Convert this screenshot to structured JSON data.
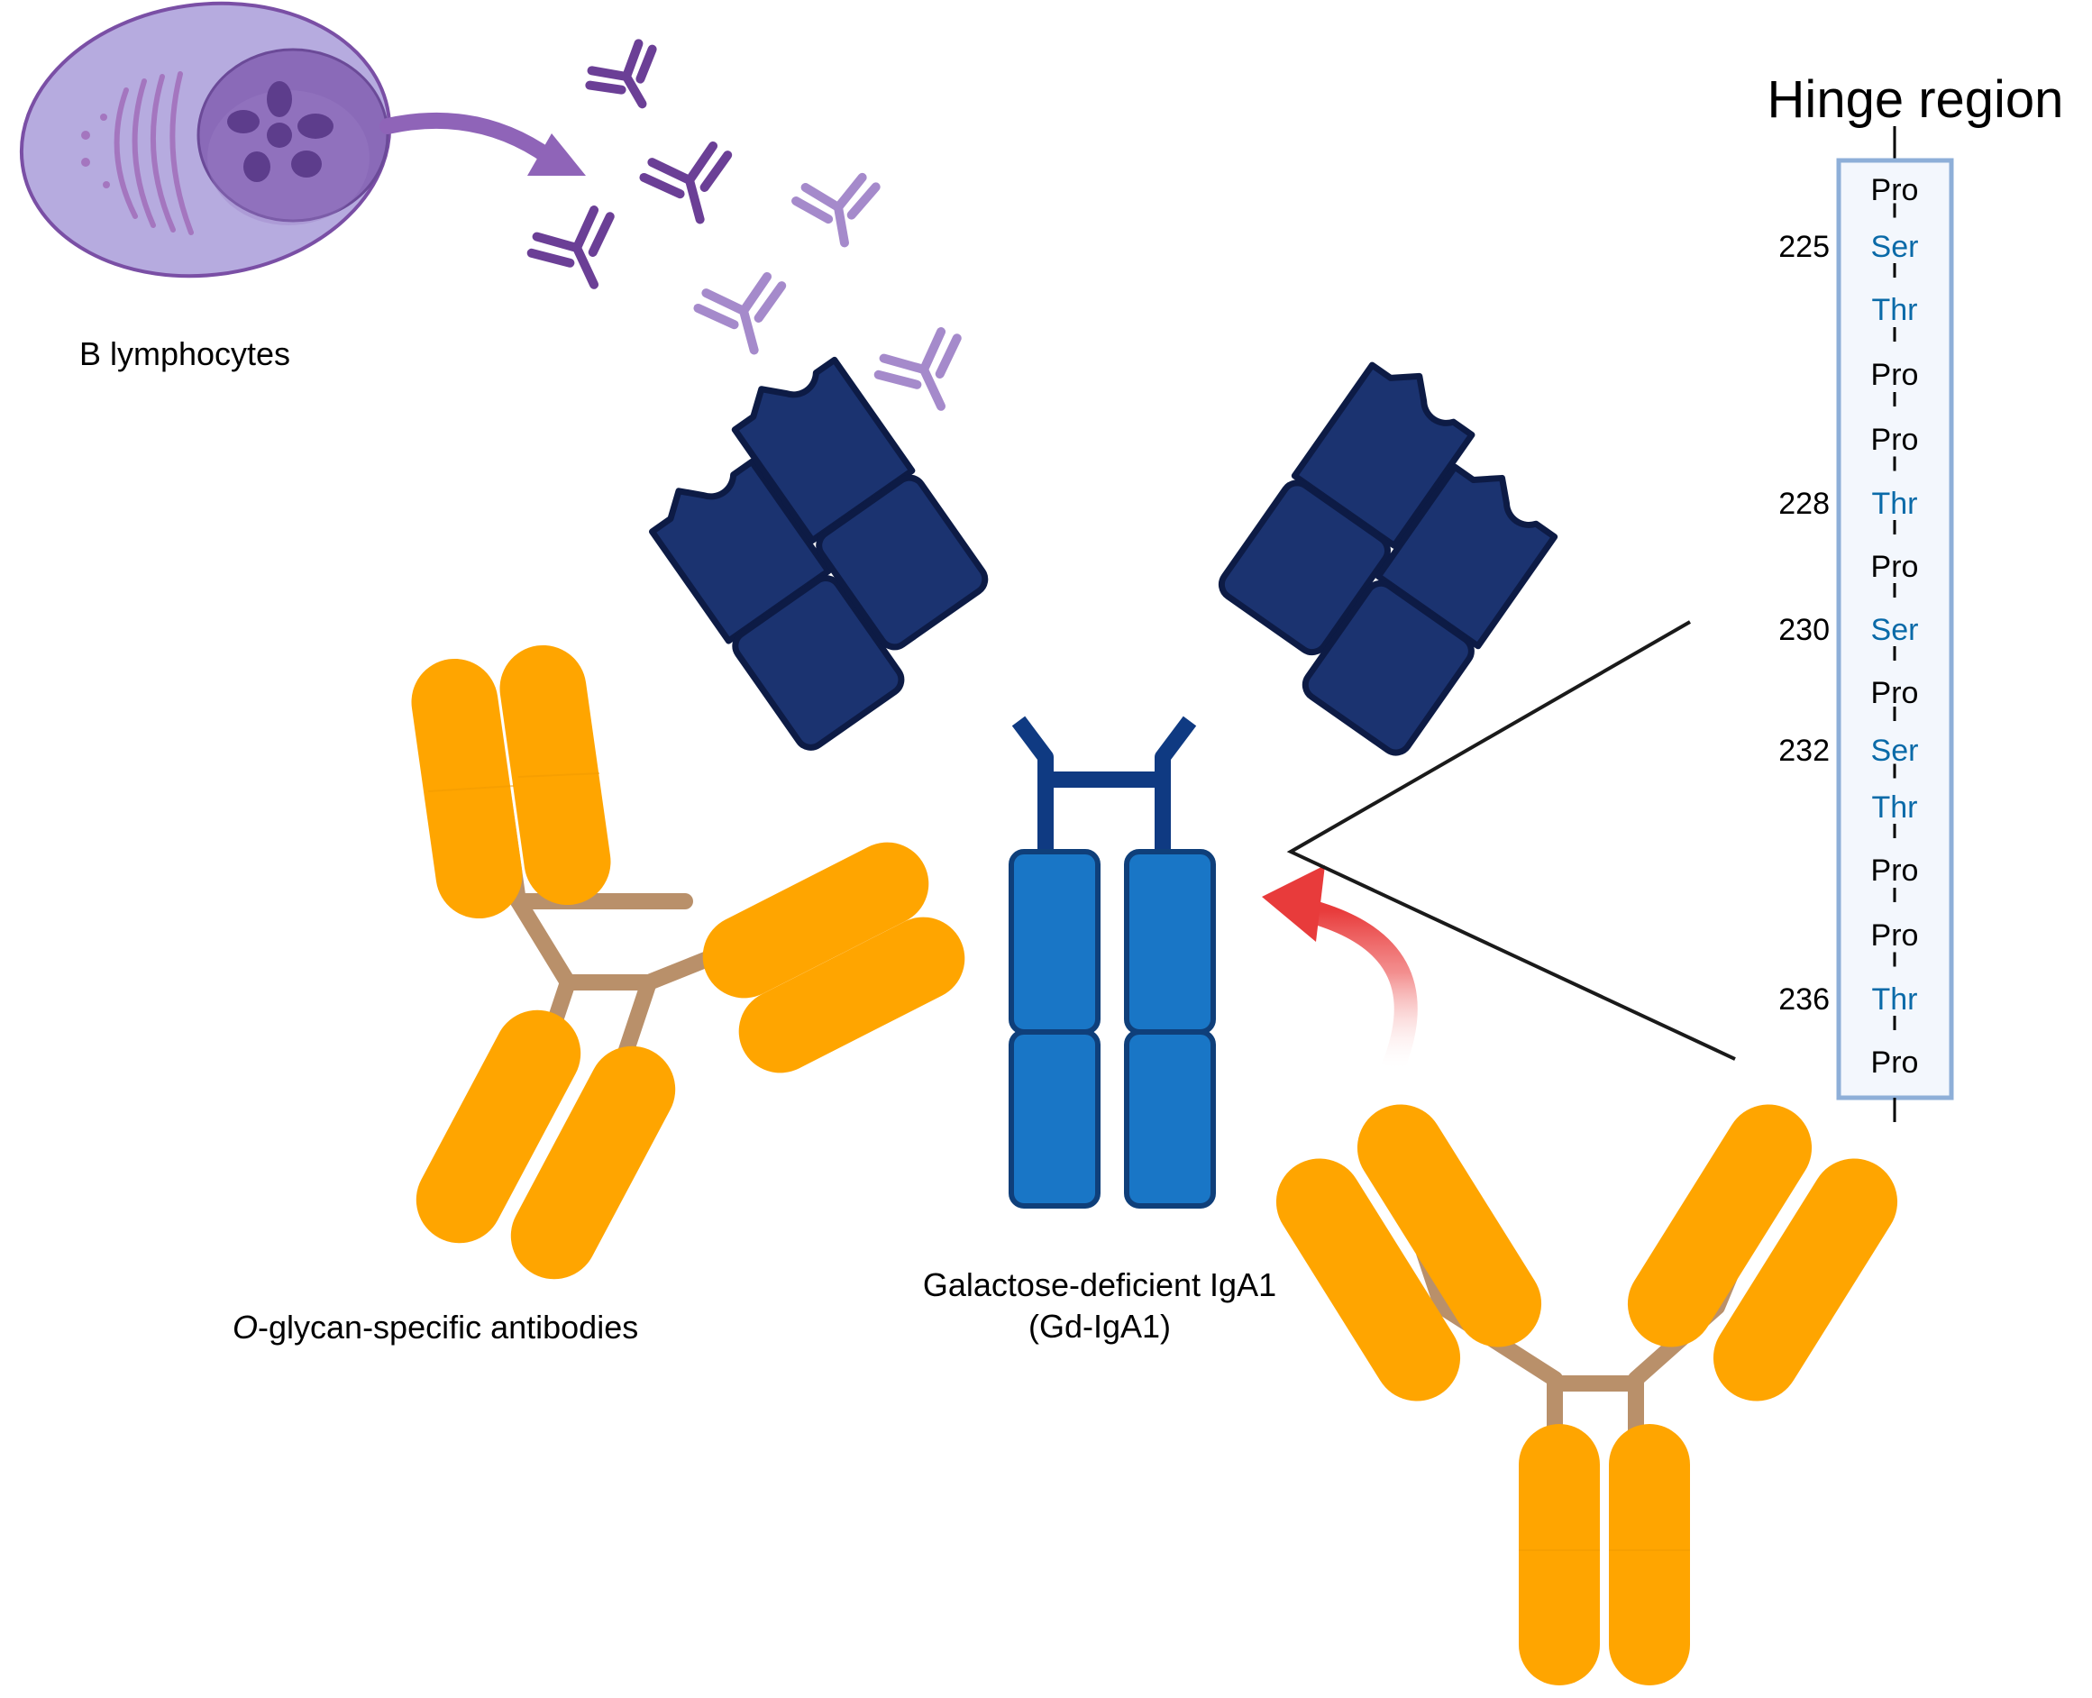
{
  "labels": {
    "b_lymphocytes": "B lymphocytes",
    "o_glycan_italic": "O",
    "o_glycan_rest": "-glycan-specific antibodies",
    "gd_iga1_line1": "Galactose-deficient IgA1",
    "gd_iga1_line2": "(Gd-IgA1)",
    "hinge_region": "Hinge region"
  },
  "hinge": {
    "residues": [
      {
        "aa": "Pro",
        "number": "",
        "glycosite": false
      },
      {
        "aa": "Ser",
        "number": "225",
        "glycosite": true
      },
      {
        "aa": "Thr",
        "number": "",
        "glycosite": true
      },
      {
        "aa": "Pro",
        "number": "",
        "glycosite": false
      },
      {
        "aa": "Pro",
        "number": "",
        "glycosite": false
      },
      {
        "aa": "Thr",
        "number": "228",
        "glycosite": true
      },
      {
        "aa": "Pro",
        "number": "",
        "glycosite": false
      },
      {
        "aa": "Ser",
        "number": "230",
        "glycosite": true
      },
      {
        "aa": "Pro",
        "number": "",
        "glycosite": false
      },
      {
        "aa": "Ser",
        "number": "232",
        "glycosite": true
      },
      {
        "aa": "Thr",
        "number": "",
        "glycosite": true
      },
      {
        "aa": "Pro",
        "number": "",
        "glycosite": false
      },
      {
        "aa": "Pro",
        "number": "",
        "glycosite": false
      },
      {
        "aa": "Thr",
        "number": "236",
        "glycosite": true
      },
      {
        "aa": "Pro",
        "number": "",
        "glycosite": false
      }
    ]
  },
  "colors": {
    "cell_fill": "#b6abdf",
    "cell_outline": "#7a4fa5",
    "nucleus": "#8a6ab8",
    "secreted_dark": "#6b3f96",
    "secreted_light": "#a58acb",
    "gd_iga1_fab": "#1b3370",
    "gd_iga1_outline": "#0d1b45",
    "gd_iga1_fc": "#1976c6",
    "gd_iga1_fc_outline": "#0f3f7a",
    "antibody_orange": "#ffa500",
    "antibody_hinge": "#b9906a",
    "arrow_red": "#e83b3b",
    "hinge_box_border": "#8eafd8",
    "hinge_box_fill": "#f3f7fd",
    "glycosite_text": "#0a6aa8",
    "plain_text": "#000000"
  }
}
